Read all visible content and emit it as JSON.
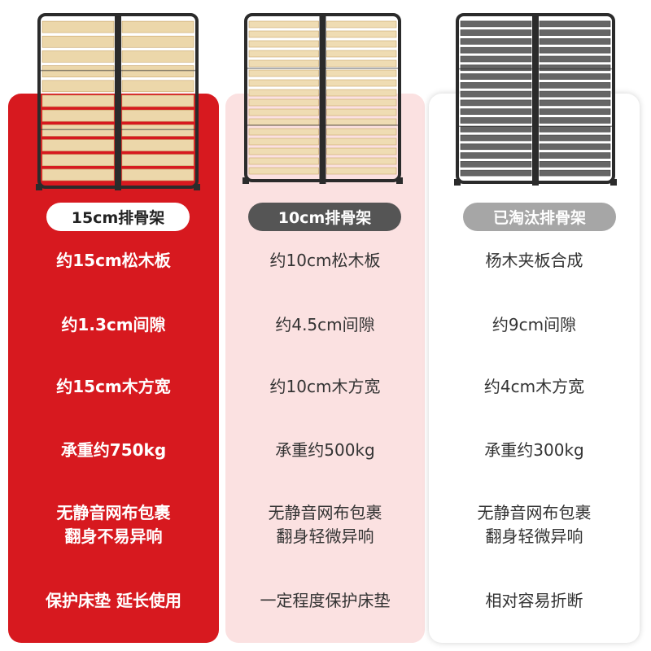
{
  "columns": [
    {
      "id": "15cm",
      "pill": "15cm排骨架",
      "slat_color": "#ecd7aa",
      "rows": [
        [
          "约15cm松木板"
        ],
        [
          "约1.3cm间隙"
        ],
        [
          "约15cm木方宽"
        ],
        [
          "承重约750kg"
        ],
        [
          "无静音网布包裹",
          "翻身不易异响"
        ],
        [
          "保护床垫 延长使用"
        ]
      ]
    },
    {
      "id": "10cm",
      "pill": "10cm排骨架",
      "slat_color": "#efdcb3",
      "rows": [
        [
          "约10cm松木板"
        ],
        [
          "约4.5cm间隙"
        ],
        [
          "约10cm木方宽"
        ],
        [
          "承重约500kg"
        ],
        [
          "无静音网布包裹",
          "翻身轻微异响"
        ],
        [
          "一定程度保护床垫"
        ]
      ]
    },
    {
      "id": "eliminated",
      "pill": "已淘汰排骨架",
      "slat_color": "#666666",
      "rows": [
        [
          "杨木夹板合成"
        ],
        [
          "约9cm间隙"
        ],
        [
          "约4cm木方宽"
        ],
        [
          "承重约300kg"
        ],
        [
          "无静音网布包裹",
          "翻身轻微异响"
        ],
        [
          "相对容易折断"
        ]
      ]
    }
  ],
  "colors": {
    "red_column": "#d7191f",
    "pink_column": "#fbe1e1",
    "frame_metal": "#2b2b2b"
  }
}
